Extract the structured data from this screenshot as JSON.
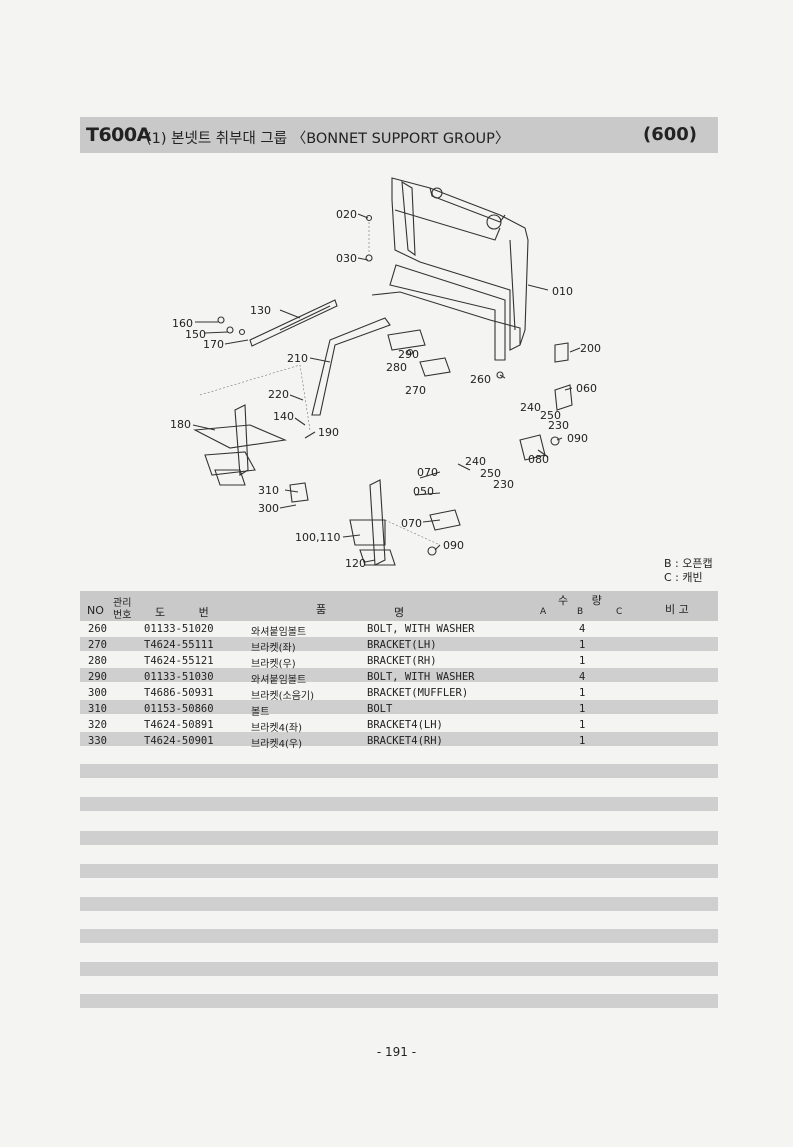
{
  "header": {
    "model": "T600A",
    "title": "(1) 본넷트 취부대 그룹 〈BONNET SUPPORT GROUP〉",
    "page_code": "(600)"
  },
  "diagram": {
    "labels": [
      "020",
      "030",
      "010",
      "130",
      "160",
      "150",
      "170",
      "210",
      "290",
      "280",
      "270",
      "260",
      "200",
      "220",
      "140",
      "180",
      "190",
      "060",
      "240",
      "250",
      "230",
      "090",
      "080",
      "070",
      "240",
      "250",
      "050",
      "230",
      "310",
      "300",
      "070",
      "090",
      "100,110",
      "120"
    ]
  },
  "legend": {
    "b": "B : 오픈캡",
    "c": "C : 캐빈"
  },
  "table": {
    "headers": {
      "no": "NO",
      "mgmt_top": "관리",
      "mgmt_bottom": "번호",
      "drawing": "도 번",
      "name_a": "품",
      "name_b": "명",
      "qty": "수 량",
      "qty_a": "A",
      "qty_b": "B",
      "qty_c": "C",
      "remark": "비 고"
    },
    "rows": [
      {
        "no": "260",
        "code": "01133-51020",
        "kr": "와셔붙임볼트",
        "en": "BOLT, WITH WASHER",
        "qty": "4"
      },
      {
        "no": "270",
        "code": "T4624-55111",
        "kr": "브라켓(좌)",
        "en": "BRACKET(LH)",
        "qty": "1"
      },
      {
        "no": "280",
        "code": "T4624-55121",
        "kr": "브라켓(우)",
        "en": "BRACKET(RH)",
        "qty": "1"
      },
      {
        "no": "290",
        "code": "01133-51030",
        "kr": "와셔붙임볼트",
        "en": "BOLT, WITH WASHER",
        "qty": "4"
      },
      {
        "no": "300",
        "code": "T4686-50931",
        "kr": "브라켓(소음기)",
        "en": "BRACKET(MUFFLER)",
        "qty": "1"
      },
      {
        "no": "310",
        "code": "01153-50860",
        "kr": "볼트",
        "en": "BOLT",
        "qty": "1"
      },
      {
        "no": "320",
        "code": "T4624-50891",
        "kr": "브라켓4(좌)",
        "en": "BRACKET4(LH)",
        "qty": "1"
      },
      {
        "no": "330",
        "code": "T4624-50901",
        "kr": "브라켓4(우)",
        "en": "BRACKET4(RH)",
        "qty": "1"
      }
    ]
  },
  "footer": {
    "page": "- 191 -"
  }
}
